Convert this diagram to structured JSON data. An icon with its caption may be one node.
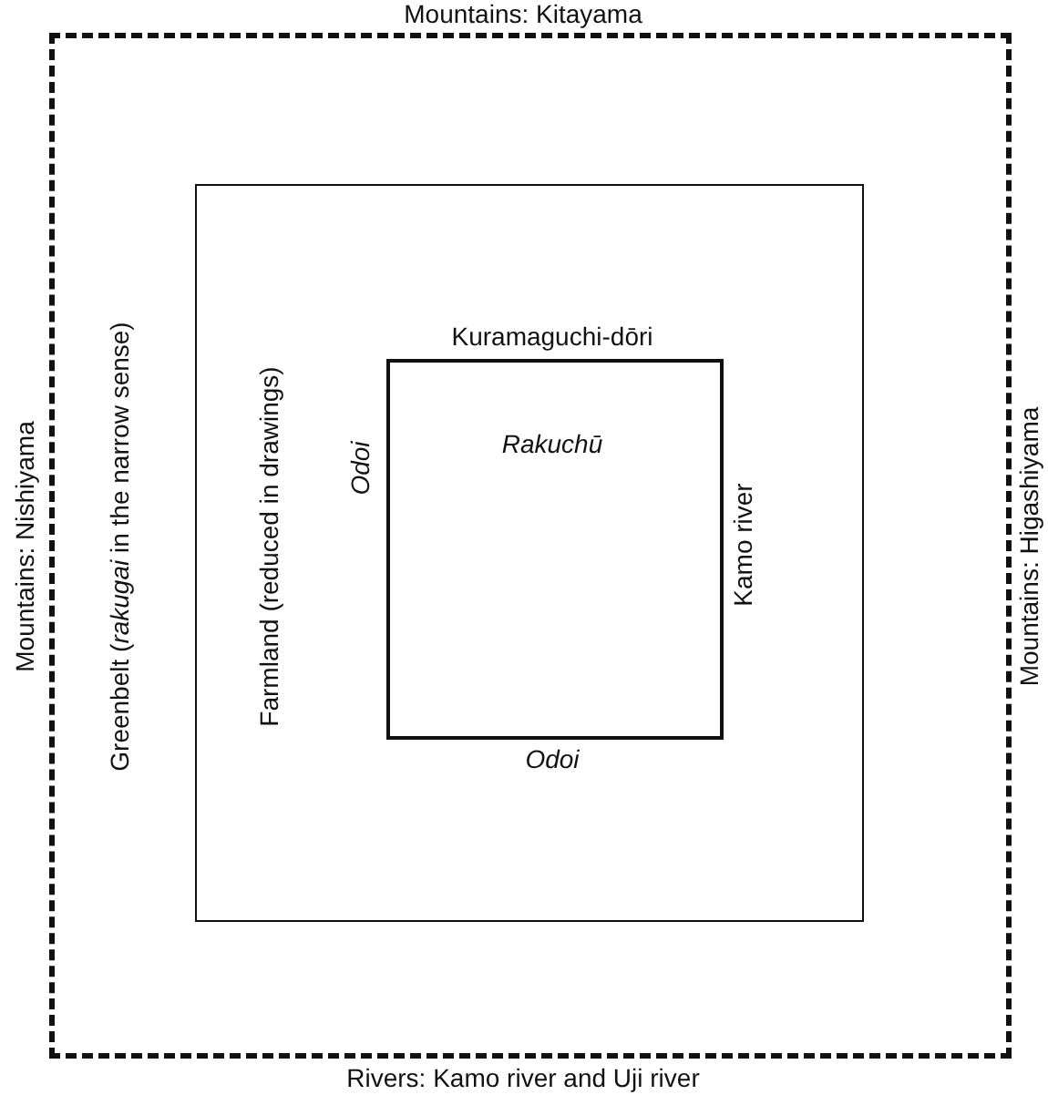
{
  "diagram": {
    "nodes": [
      {
        "text": [
          "Mountains: Kitayama",
          "Mountains: Nishiyama",
          "Greenbelt (*rakugai* in the narrow sense)",
          "Mountains: Higashiyama",
          "Rivers: Kamo river and Uji river"
        ]
      },
      {
        "text": [
          "Farmland (reduced in drawings)"
        ],
        "in": 0
      },
      {
        "text": [
          "Kuramaguchi-dōri",
          "Odoi",
          "Rakuchū",
          "Kamo river",
          "Odoi"
        ],
        "in": 1
      }
    ]
  }
}
